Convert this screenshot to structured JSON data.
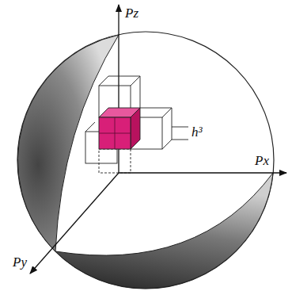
{
  "diagram": {
    "labels": [
      "Pz",
      "Px",
      "Py",
      "h³"
    ]
  }
}
